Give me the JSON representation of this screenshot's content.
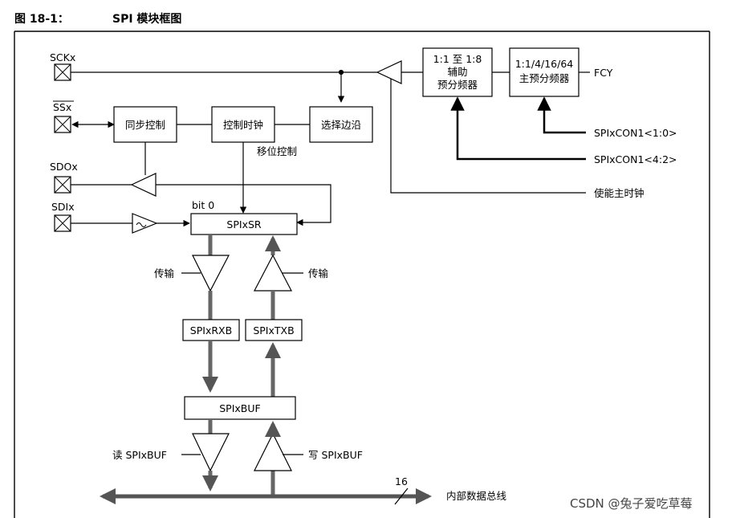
{
  "figure": {
    "number": "图 18-1：",
    "title": "SPI 模块框图"
  },
  "pins": {
    "sckx": "SCKx",
    "ssx": "SSx",
    "sdox": "SDOx",
    "sdix": "SDIx"
  },
  "blocks": {
    "prescaler1_line1": "1:1 至 1:8",
    "prescaler1_line2": "辅助",
    "prescaler1_line3": "预分频器",
    "prescaler2_line1": "1:1/4/16/64",
    "prescaler2_line2": "主预分频器",
    "sync_control": "同步控制",
    "clock_control": "控制时钟",
    "edge_select": "选择边沿",
    "spixsr": "SPIxSR",
    "spixrxb": "SPIxRXB",
    "spixtxb": "SPIxTXB",
    "spixbuf": "SPIxBUF"
  },
  "signals": {
    "fcy": "FCY",
    "con_1_0": "SPIxCON1<1:0>",
    "con_4_2": "SPIxCON1<4:2>",
    "enable_master_clock": "使能主时钟",
    "shift_control": "移位控制",
    "bit0": "bit 0",
    "transfer_left": "传输",
    "transfer_right": "传输",
    "read_buf": "读 SPIxBUF",
    "write_buf": "写 SPIxBUF",
    "bus_width": "16",
    "internal_bus": "内部数据总线"
  },
  "watermark": "CSDN @兔子爱吃草莓"
}
